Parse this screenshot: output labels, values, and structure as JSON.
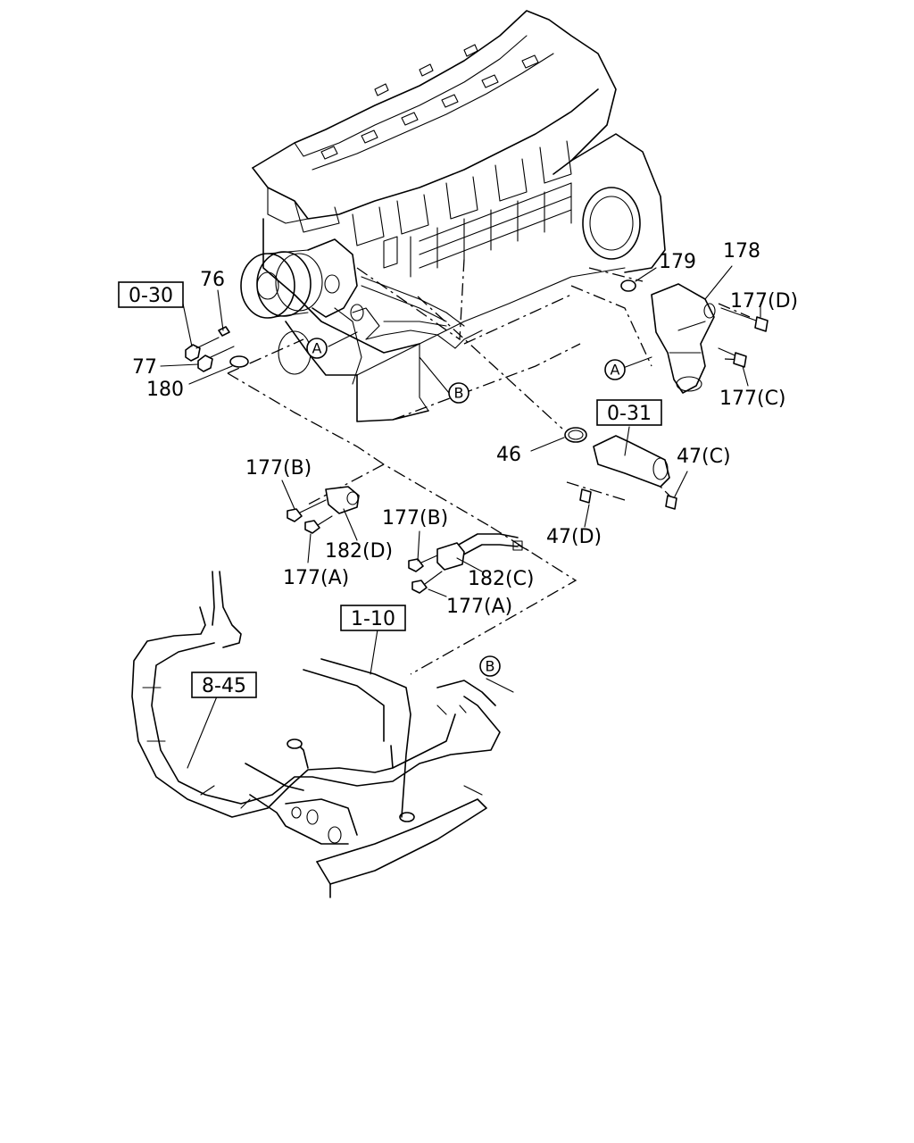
{
  "refs": {
    "r0_30": "0-30",
    "r0_31": "0-31",
    "r1_10": "1-10",
    "r8_45": "8-45"
  },
  "parts": {
    "p76": "76",
    "p77": "77",
    "p180": "180",
    "p179": "179",
    "p178": "178",
    "p177d": "177(D)",
    "p177c": "177(C)",
    "p46": "46",
    "p47c": "47(C)",
    "p47d": "47(D)",
    "p177b_1": "177(B)",
    "p182d": "182(D)",
    "p177a_1": "177(A)",
    "p177b_2": "177(B)",
    "p182c": "182(C)",
    "p177a_2": "177(A)"
  },
  "callouts": {
    "a1": "A",
    "a2": "A",
    "b1": "B",
    "b2": "B"
  }
}
